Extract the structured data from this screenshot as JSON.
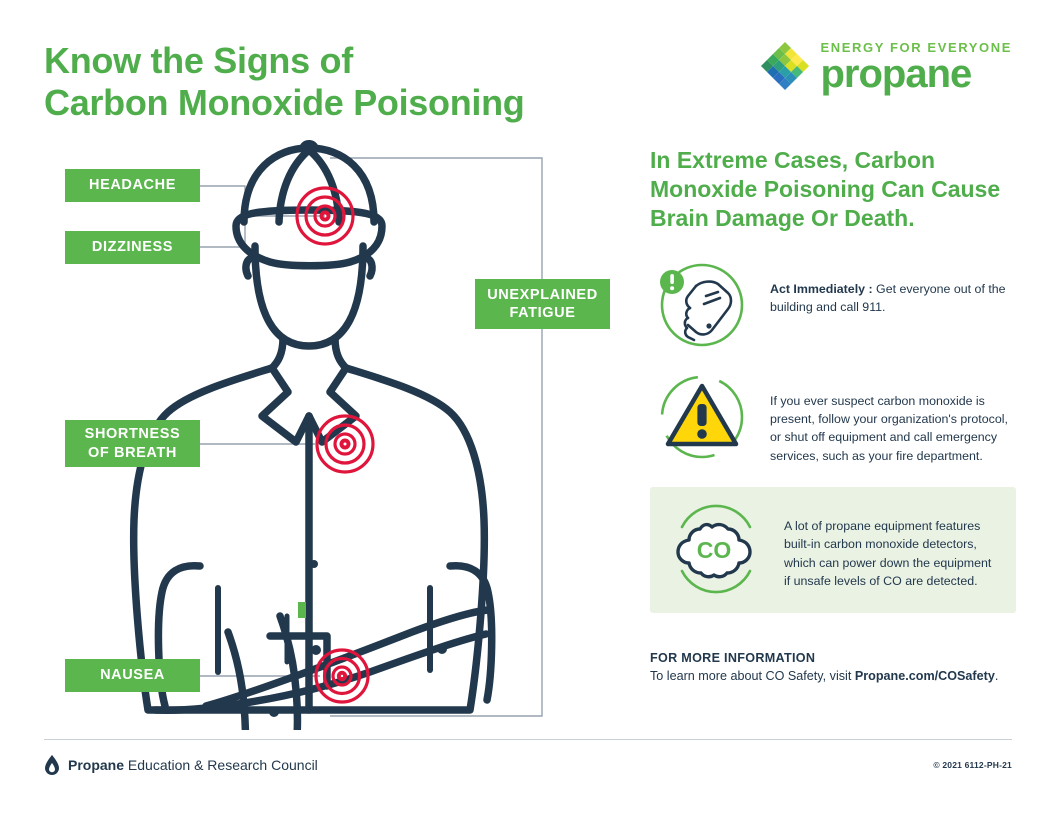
{
  "header": {
    "title": "Know the Signs of\nCarbon Monoxide Poisoning",
    "logo": {
      "tagline": "ENERGY FOR EVERYONE",
      "wordmark": "propane"
    }
  },
  "colors": {
    "green": "#5cb64e",
    "green_dark": "#4fae4b",
    "navy": "#22384d",
    "red": "#e0153c",
    "yellow": "#ffd60a",
    "panel_bg": "#eaf2e4"
  },
  "symptom_tags": [
    {
      "id": "headache",
      "label": "HEADACHE"
    },
    {
      "id": "dizziness",
      "label": "DIZZINESS"
    },
    {
      "id": "shortness",
      "label": "SHORTNESS\nOF BREATH"
    },
    {
      "id": "nausea",
      "label": "NAUSEA"
    },
    {
      "id": "fatigue",
      "label": "UNEXPLAINED\nFATIGUE"
    }
  ],
  "right": {
    "headline": "In Extreme Cases, Carbon\nMonoxide Poisoning Can Cause\nBrain Damage Or Death.",
    "callouts": [
      {
        "icon": "phone-alert-icon",
        "lead": "Act Immediately :",
        "text": " Get everyone out of the building and call 911."
      },
      {
        "icon": "warning-triangle-icon",
        "lead": "",
        "text": "If you ever suspect carbon monoxide is present, follow your organization's protocol, or shut off equipment and call emergency services, such as your fire department."
      }
    ],
    "panel": {
      "icon": "co-cloud-icon",
      "icon_label": "CO",
      "text": "A lot of propane equipment features built-in carbon monoxide detectors, which can power down the equipment if unsafe levels of CO are detected."
    },
    "more_info": {
      "heading": "FOR MORE INFORMATION",
      "text": "To learn more about CO Safety, visit ",
      "link": "Propane.com/COSafety",
      "period": "."
    }
  },
  "footer": {
    "org_bold": "Propane",
    "org_rest": " Education & Research Council",
    "copyright": "© 2021   6112-PH-21"
  }
}
